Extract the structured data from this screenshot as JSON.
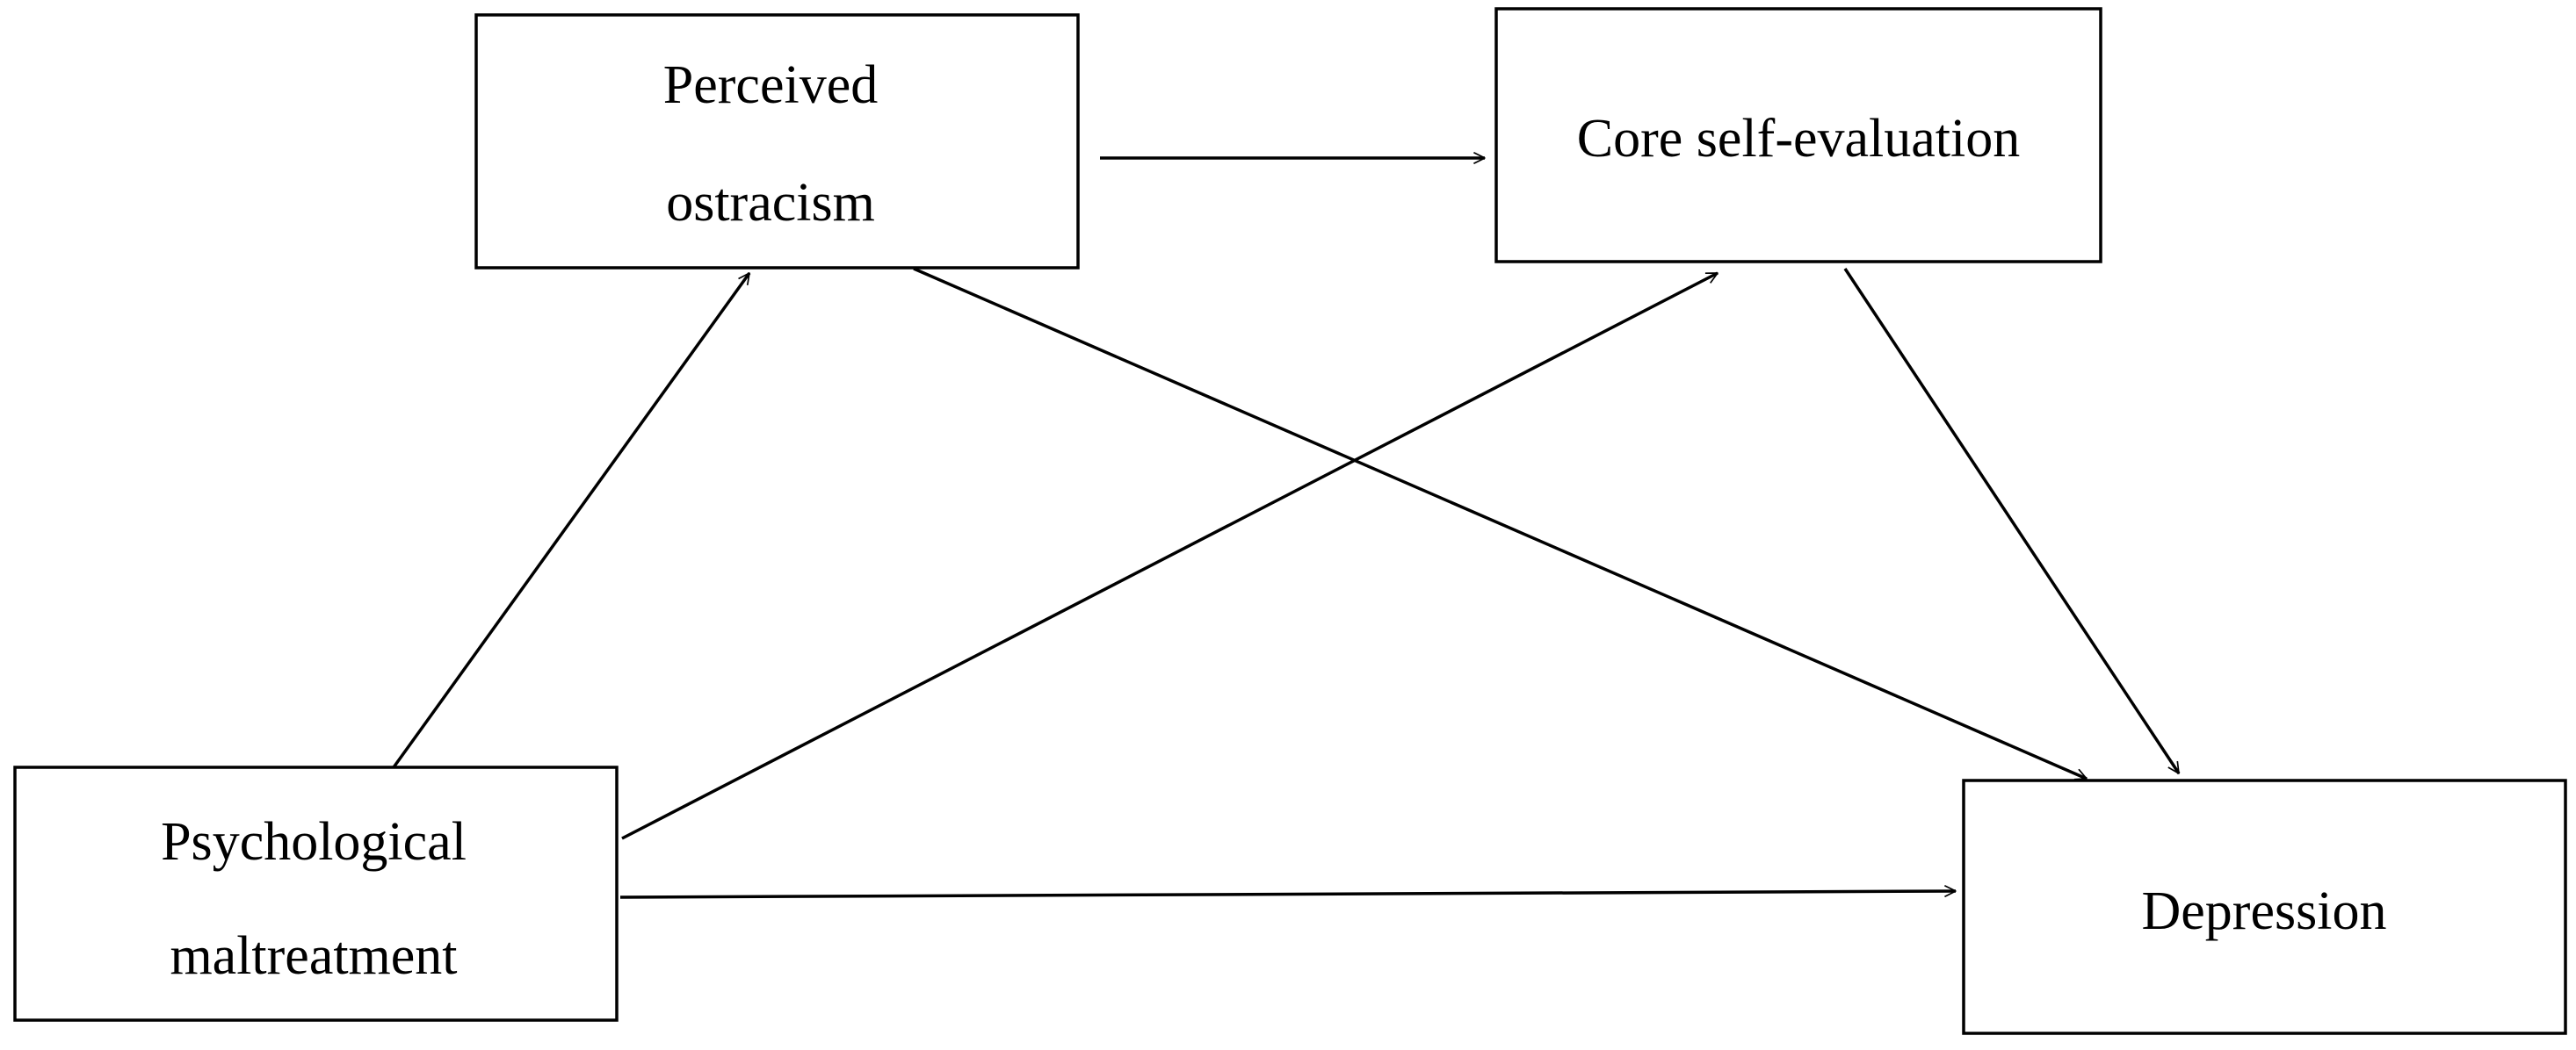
{
  "diagram": {
    "nodes": {
      "perceived_ostracism": {
        "lines": [
          "Perceived",
          "ostracism"
        ]
      },
      "core_self_evaluation": {
        "lines": [
          "Core self-evaluation"
        ]
      },
      "psychological_maltreatment": {
        "lines": [
          "Psychological",
          "maltreatment"
        ]
      },
      "depression": {
        "lines": [
          "Depression"
        ]
      }
    },
    "edges": [
      {
        "from": "perceived_ostracism",
        "to": "core_self_evaluation"
      },
      {
        "from": "psychological_maltreatment",
        "to": "perceived_ostracism"
      },
      {
        "from": "psychological_maltreatment",
        "to": "core_self_evaluation"
      },
      {
        "from": "perceived_ostracism",
        "to": "depression"
      },
      {
        "from": "core_self_evaluation",
        "to": "depression"
      },
      {
        "from": "psychological_maltreatment",
        "to": "depression"
      }
    ],
    "colors": {
      "stroke": "#000000",
      "background": "#ffffff"
    }
  }
}
